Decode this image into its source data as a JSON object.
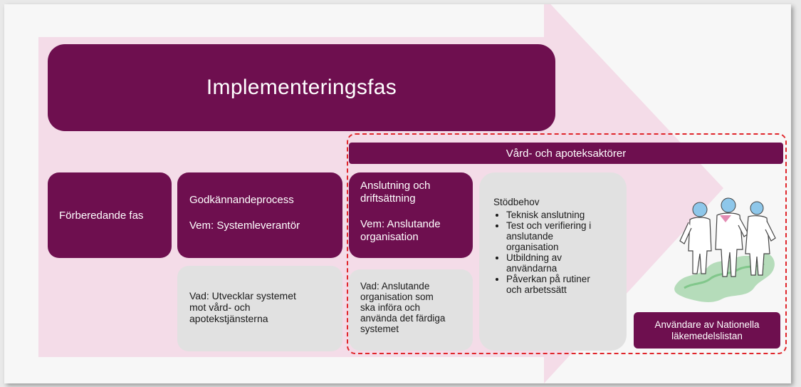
{
  "title": "Implementeringsfas",
  "band_label": "Vård- och apoteksaktörer",
  "forberedande": "Förberedande fas",
  "godkannande": {
    "title": "Godkännandeprocess",
    "who": "Vem: Systemleverantör",
    "what_lines": [
      "Vad: Utvecklar  systemet",
      "mot vård- och",
      "apotekstjänsterna"
    ]
  },
  "anslutning": {
    "title_lines": [
      "Anslutning och",
      "driftsättning"
    ],
    "who_lines": [
      "Vem: Anslutande",
      "organisation"
    ],
    "what_lines": [
      "Vad: Anslutande",
      "organisation som",
      "ska införa och",
      "använda det färdiga",
      "systemet"
    ]
  },
  "stodbehov": {
    "heading": "Stödbehov",
    "items": [
      [
        "Teknisk anslutning"
      ],
      [
        "Test och verifiering i",
        "anslutande",
        "organisation"
      ],
      [
        "Utbildning av",
        "användarna"
      ],
      [
        "Påverkan på rutiner",
        "och arbetssätt"
      ]
    ]
  },
  "users_lines": [
    "Användare av Nationella",
    "läkemedelslistan"
  ],
  "colors": {
    "purple": "#6e0f4f",
    "grey": "#e1e1e1",
    "arrow_pink": "#f4dce8",
    "dashed_red": "#e0262b"
  },
  "icons": {
    "illustration": "healthcare-workers-illustration"
  }
}
